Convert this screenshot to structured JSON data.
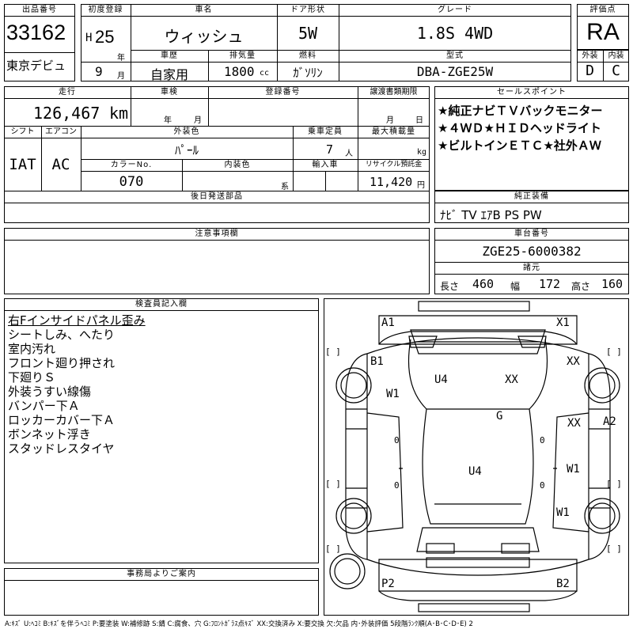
{
  "header": {
    "lot_label": "出品番号",
    "lot_number": "33162",
    "reg_label": "初度登録",
    "era": "H",
    "year": "25",
    "year_unit": "年",
    "month": "9",
    "month_unit": "月",
    "name_label": "車名",
    "car_name": "ウィッシュ",
    "door_label": "ドア形状",
    "door": "5W",
    "grade_label": "グレード",
    "grade": "1.8S 4WD",
    "score_label": "評価点",
    "score": "RA",
    "venue": "東京デビュ",
    "history_label": "車歴",
    "history": "自家用",
    "disp_label": "排気量",
    "displacement": "1800",
    "disp_unit": "cc",
    "fuel_label": "燃料",
    "fuel": "ｶﾞｿﾘﾝ",
    "model_label": "型式",
    "model": "DBA-ZGE25W",
    "ext_label": "外装",
    "ext_grade": "D",
    "int_label": "内装",
    "int_grade": "C"
  },
  "specs": {
    "mileage_label": "走行",
    "mileage": "126,467",
    "mileage_unit": "km",
    "inspection_label": "車検",
    "insp_year_unit": "年",
    "insp_month_unit": "月",
    "regno_label": "登録番号",
    "transfer_label": "譲渡書類期限",
    "transfer_month_unit": "月",
    "transfer_day_unit": "日",
    "shift_label": "シフト",
    "shift": "IAT",
    "ac_label": "エアコン",
    "ac": "AC",
    "color_label": "外装色",
    "color": "ﾊﾟｰﾙ",
    "capacity_label": "乗車定員",
    "capacity": "7",
    "capacity_unit": "人",
    "load_label": "最大積載量",
    "load_unit": "kg",
    "colorno_label": "カラーNo.",
    "color_no": "070",
    "intcolor_label": "内装色",
    "intcolor_unit": "系",
    "import_label": "輸入車",
    "recycle_label": "リサイクル預託金",
    "recycle": "11,420",
    "recycle_unit": "円",
    "later_label": "後日発送部品"
  },
  "sales": {
    "label": "セールスポイント",
    "lines": [
      "★純正ナビＴＶバックモニター",
      "★４ＷＤ★ＨＩＤヘッドライト",
      "★ビルトインＥＴＣ★社外ＡＷ"
    ]
  },
  "equipment": {
    "label": "純正装備",
    "value": "ﾅﾋﾞ TV ｴｱB PS PW"
  },
  "caution": {
    "label": "注意事項欄"
  },
  "chassis": {
    "label": "車台番号",
    "value": "ZGE25-6000382",
    "dims_label": "諸元",
    "length_label": "長さ",
    "length": "460",
    "width_label": "幅",
    "width": "172",
    "height_label": "高さ",
    "height": "160"
  },
  "inspector": {
    "label": "検査員記入欄",
    "items": [
      "右Fインサイドパネル歪み",
      "シートしみ、へたり",
      "室内汚れ",
      "フロント廻り押され",
      "下廻りＳ",
      "外装うすい線傷",
      "バンパー下Ａ",
      "ロッカーカバー下Ａ",
      "ボンネット浮き",
      "スタッドレスタイヤ"
    ]
  },
  "office": {
    "label": "事務局よりご案内"
  },
  "diagram": {
    "marks": [
      "A1",
      "X1",
      "B1",
      "XX",
      "U4",
      "XX",
      "W1",
      "G",
      "A2",
      "XX",
      "U4",
      "W1",
      "W1",
      "P2",
      "B2"
    ],
    "brackets": [
      "[ ]",
      "[ ]",
      "[ ]",
      "[ ]",
      "[ ]",
      "[ ]"
    ],
    "zeros": [
      "0",
      "0",
      "0",
      "0"
    ]
  },
  "legend": "A:ｷｽﾞ U:ﾍｺﾐ B:ｷｽﾞを伴うﾍｺﾐ P:要塗装 W:補修跡 S:錆 C:腐食、穴 G:ﾌﾛﾝﾄｶﾞﾗｽ点ｷｽﾞ XX:交換済み X:要交換 欠:欠品 内･外装評価 5段階ﾗﾝｸ順(A･B･C･D･E) 2"
}
